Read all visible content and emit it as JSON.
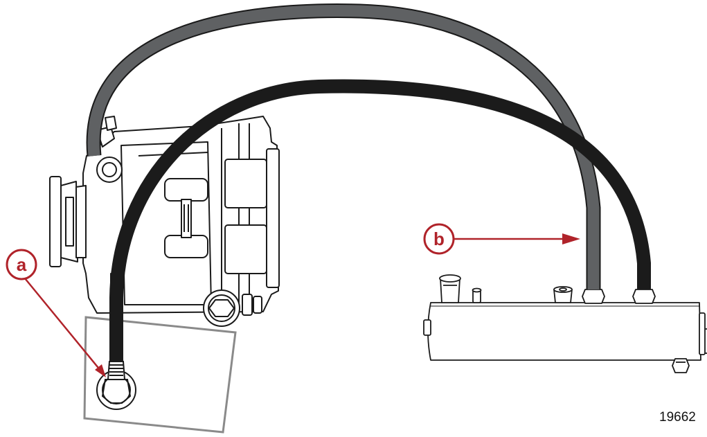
{
  "callouts": {
    "a": {
      "label": "a"
    },
    "b": {
      "label": "b"
    }
  },
  "figure_number": "19662",
  "colors": {
    "callout": "#b0232a",
    "grey_hose": "#5f6163",
    "black_hose": "#1b1b1b",
    "outline": "#1a1a1a",
    "detail_box": "#8a8a8a"
  }
}
